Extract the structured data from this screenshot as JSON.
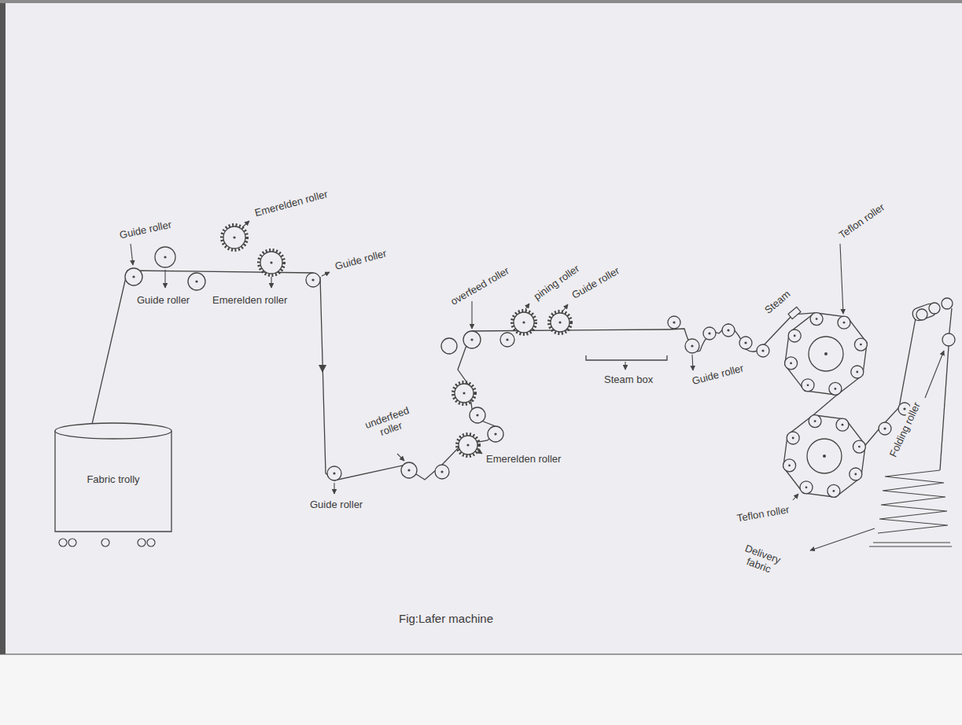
{
  "diagram": {
    "caption": "Fig:Lafer machine",
    "nodes": [
      {
        "text": [
          "Fabric trolly"
        ]
      }
    ],
    "labels": [
      "Guide roller",
      "Guide roller",
      "Emerelden roller",
      "Emerelden roller",
      "Guide roller",
      "Guide roller",
      "underfeed roller",
      "Emerelden roller",
      "overfeed roller",
      "pining roller",
      "Guide roller",
      "Steam box",
      "Guide roller",
      "Steam",
      "Teflon roller",
      "Teflon roller",
      "Folding roller",
      "Delivery fabric"
    ]
  }
}
